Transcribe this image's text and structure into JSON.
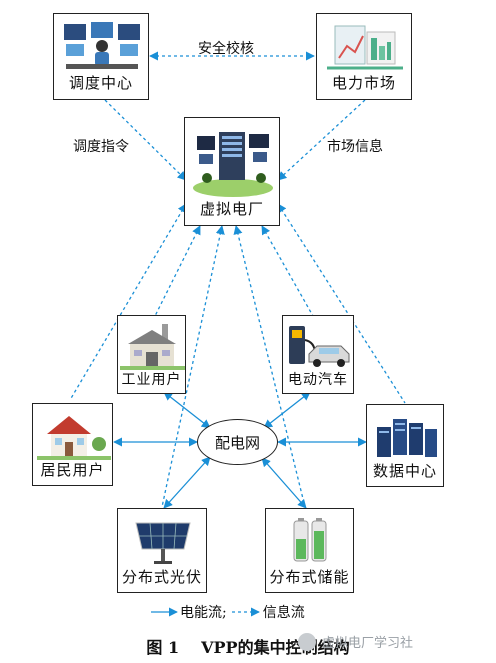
{
  "nodes": {
    "dispatch_center": "调度中心",
    "power_market": "电力市场",
    "vpp": "虚拟电厂",
    "industrial_user": "工业用户",
    "ev": "电动汽车",
    "residential_user": "居民用户",
    "data_center": "数据中心",
    "distribution_grid": "配电网",
    "distributed_pv": "分布式光伏",
    "distributed_storage": "分布式储能"
  },
  "edge_labels": {
    "security_check": "安全校核",
    "dispatch_command": "调度指令",
    "market_info": "市场信息"
  },
  "legend": {
    "power_flow": "电能流;",
    "info_flow": "信息流"
  },
  "caption": {
    "number": "图 1",
    "title": "VPP的集中控制结构"
  },
  "watermark": "虚拟电厂学习社",
  "colors": {
    "flow": "#1a8fd6",
    "border": "#222222"
  }
}
